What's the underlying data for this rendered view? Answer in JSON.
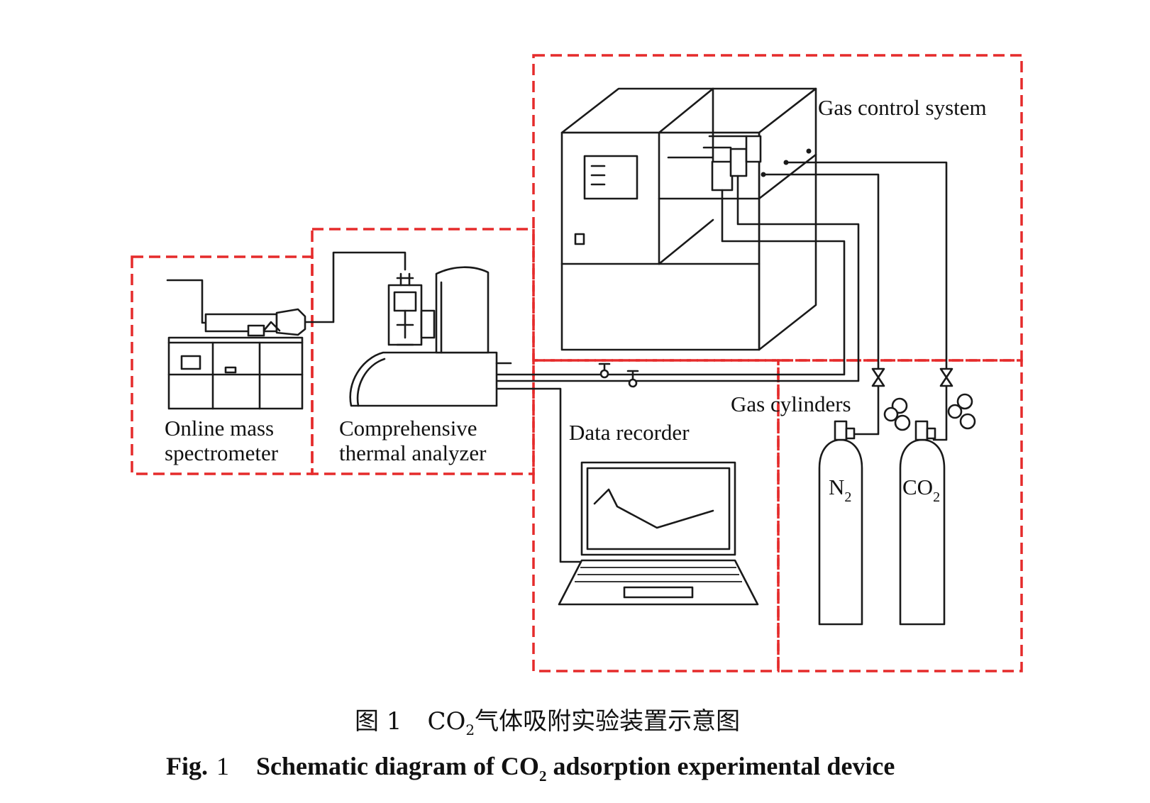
{
  "labels": {
    "gas_control_system": "Gas control system",
    "online_mass_line1": "Online mass",
    "online_mass_line2": "spectrometer",
    "thermal_line1": "Comprehensive",
    "thermal_line2": "thermal analyzer",
    "data_recorder": "Data recorder",
    "gas_cylinders": "Gas cylinders",
    "n2_main": "N",
    "n2_sub": "2",
    "co2_main": "CO",
    "co2_sub": "2"
  },
  "caption": {
    "cn_prefix": "图 1",
    "cn_co": "CO",
    "cn_sub": "2",
    "cn_rest": "气体吸附实验装置示意图",
    "en_fig": "Fig.",
    "en_num": "1",
    "en_text": "Schematic diagram of CO",
    "en_sub": "2",
    "en_rest": " adsorption experimental device"
  },
  "colors": {
    "boundary": "#e52b2b",
    "line": "#1a1a1a"
  }
}
